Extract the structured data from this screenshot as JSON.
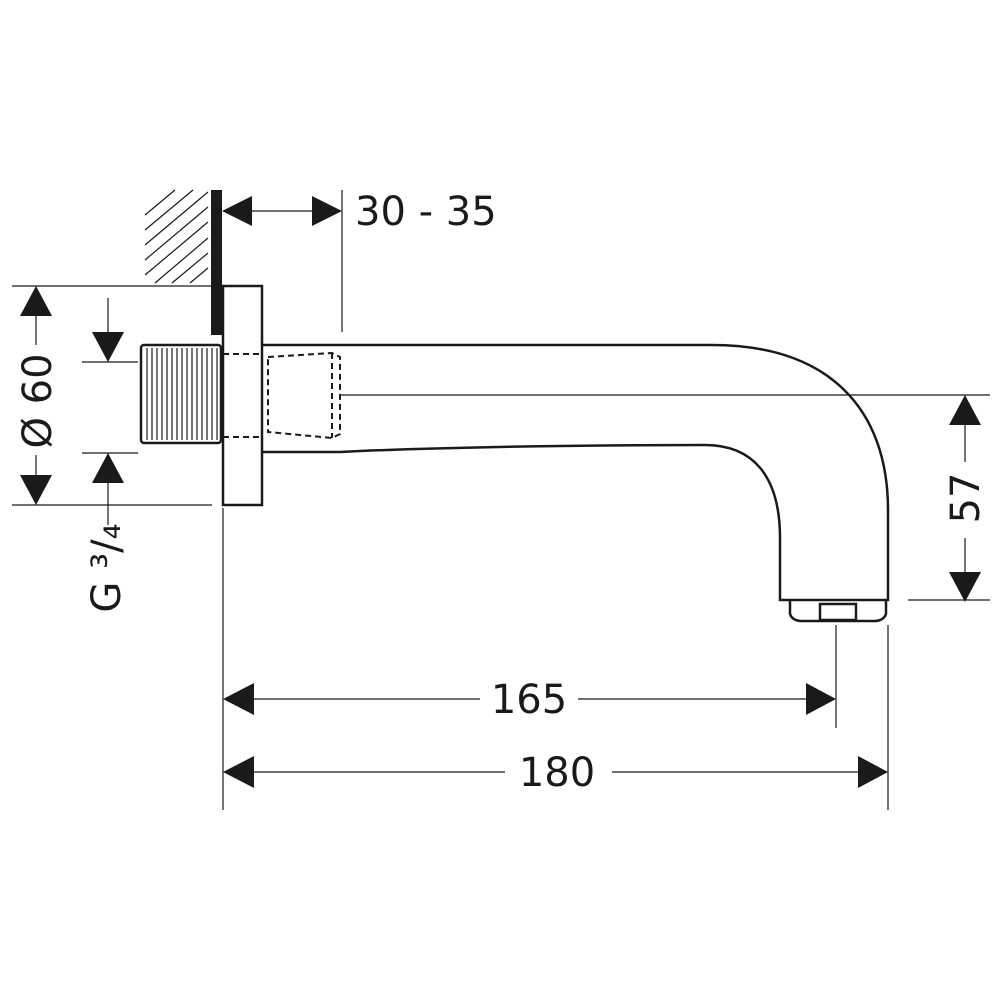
{
  "dimensions": {
    "wall_distance": "30 - 35",
    "diameter": "Ø 60",
    "thread": "G ³/₄",
    "height": "57",
    "length_outlet": "165",
    "length_total": "180"
  }
}
